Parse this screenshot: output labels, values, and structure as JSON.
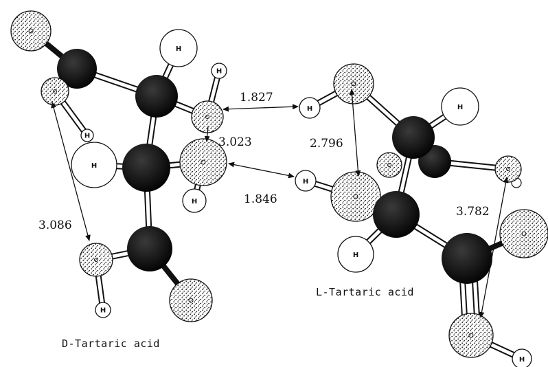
{
  "molecules": {
    "d_label": "D-Tartaric acid",
    "l_label": "L-Tartaric acid"
  },
  "atoms": {
    "hydrogen_symbol": "H"
  },
  "distances": {
    "hbond_upper": "1.827",
    "hbond_lower": "1.846",
    "d_intra_left": "3.086",
    "d_intra_center": "3.023",
    "l_intra_upper": "2.796",
    "l_intra_right": "3.782"
  },
  "colors": {
    "carbon": "#111111",
    "oxygen_dots": "#222222",
    "hydrogen": "#ffffff",
    "background": "#ffffff"
  }
}
